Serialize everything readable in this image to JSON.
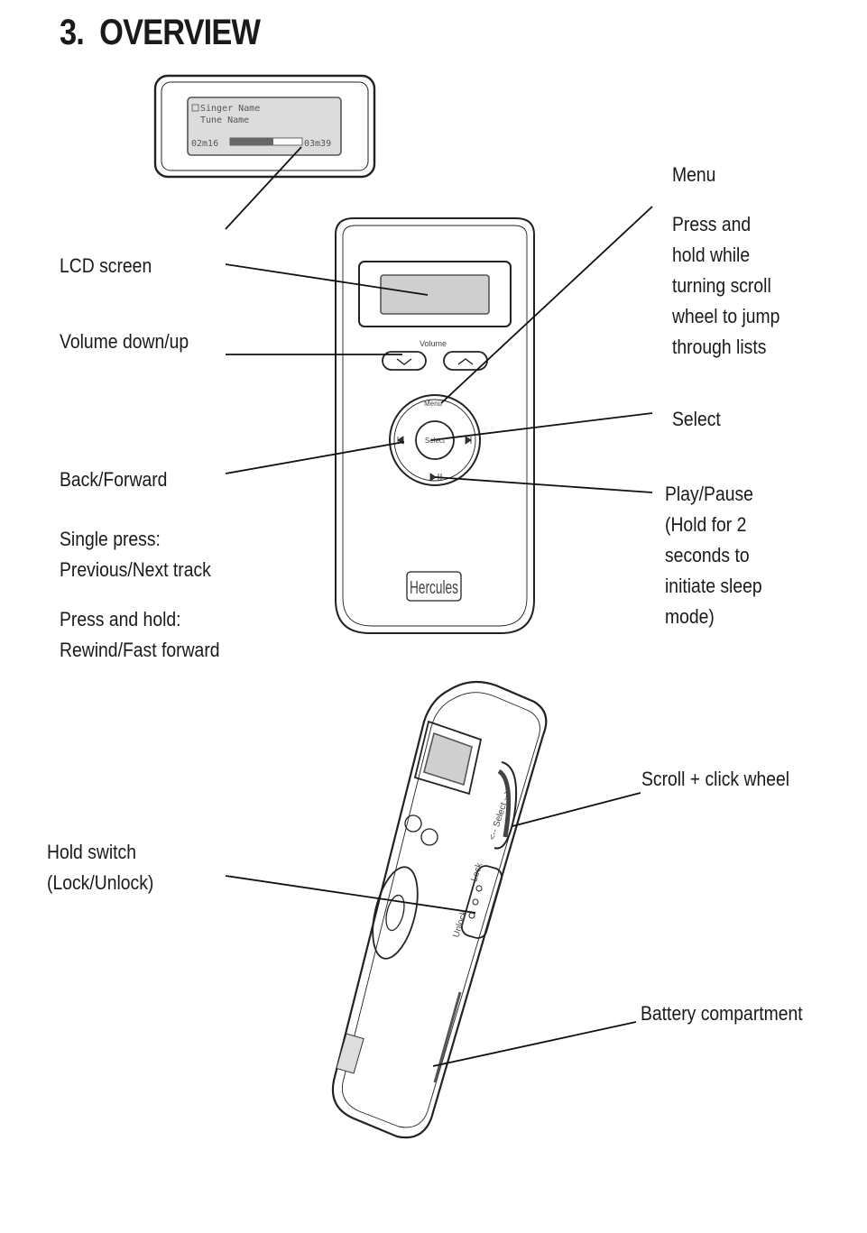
{
  "section": {
    "number": "3.",
    "title": "OVERVIEW"
  },
  "lcd": {
    "line1": "Singer Name",
    "line2": "Tune Name",
    "elapsed": "02m16",
    "total": "03m39",
    "progress": 0.6
  },
  "device": {
    "volume_label": "Volume",
    "menu_label": "Menu",
    "select_label": "Select",
    "brand": "Hercules",
    "side_select_label": "<-- Select -->",
    "lock_label": "Lock",
    "unlock_label": "Unlock"
  },
  "labels": {
    "lcd_screen": "LCD screen",
    "volume": "Volume down/up",
    "back_forward": "Back/Forward",
    "single_press_1": "Single press:",
    "single_press_2": "Previous/Next track",
    "press_hold_1": "Press and hold:",
    "press_hold_2": "Rewind/Fast forward",
    "menu": "Menu",
    "menu_desc": [
      "Press and",
      "hold while",
      "turning scroll",
      "wheel to jump",
      "through lists"
    ],
    "select": "Select",
    "play_pause": [
      "Play/Pause",
      "(Hold for 2",
      "seconds to",
      "initiate sleep",
      "mode)"
    ],
    "scroll_wheel": "Scroll + click wheel",
    "hold_switch_1": "Hold switch",
    "hold_switch_2": "(Lock/Unlock)",
    "battery": "Battery compartment"
  }
}
